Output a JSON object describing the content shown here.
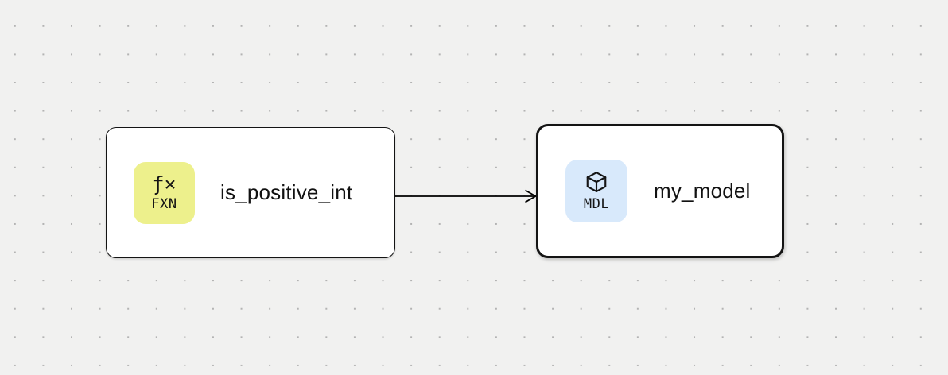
{
  "canvas": {
    "background_color": "#f1f1f0",
    "grid_dot_color": "#b3b3b3",
    "grid_style": "dots"
  },
  "nodes": [
    {
      "label": "is_positive_int",
      "selected": false,
      "badge": {
        "icon": "function-icon",
        "glyph": "ƒ×",
        "label": "FXN",
        "background": "#edf08c"
      }
    },
    {
      "label": "my_model",
      "selected": true,
      "badge": {
        "icon": "cube-icon",
        "label": "MDL",
        "background": "#d8e9fb"
      }
    }
  ],
  "edges": [
    {
      "from": "is_positive_int",
      "to": "my_model",
      "color": "#000000",
      "arrowhead": "open-chevron"
    }
  ]
}
